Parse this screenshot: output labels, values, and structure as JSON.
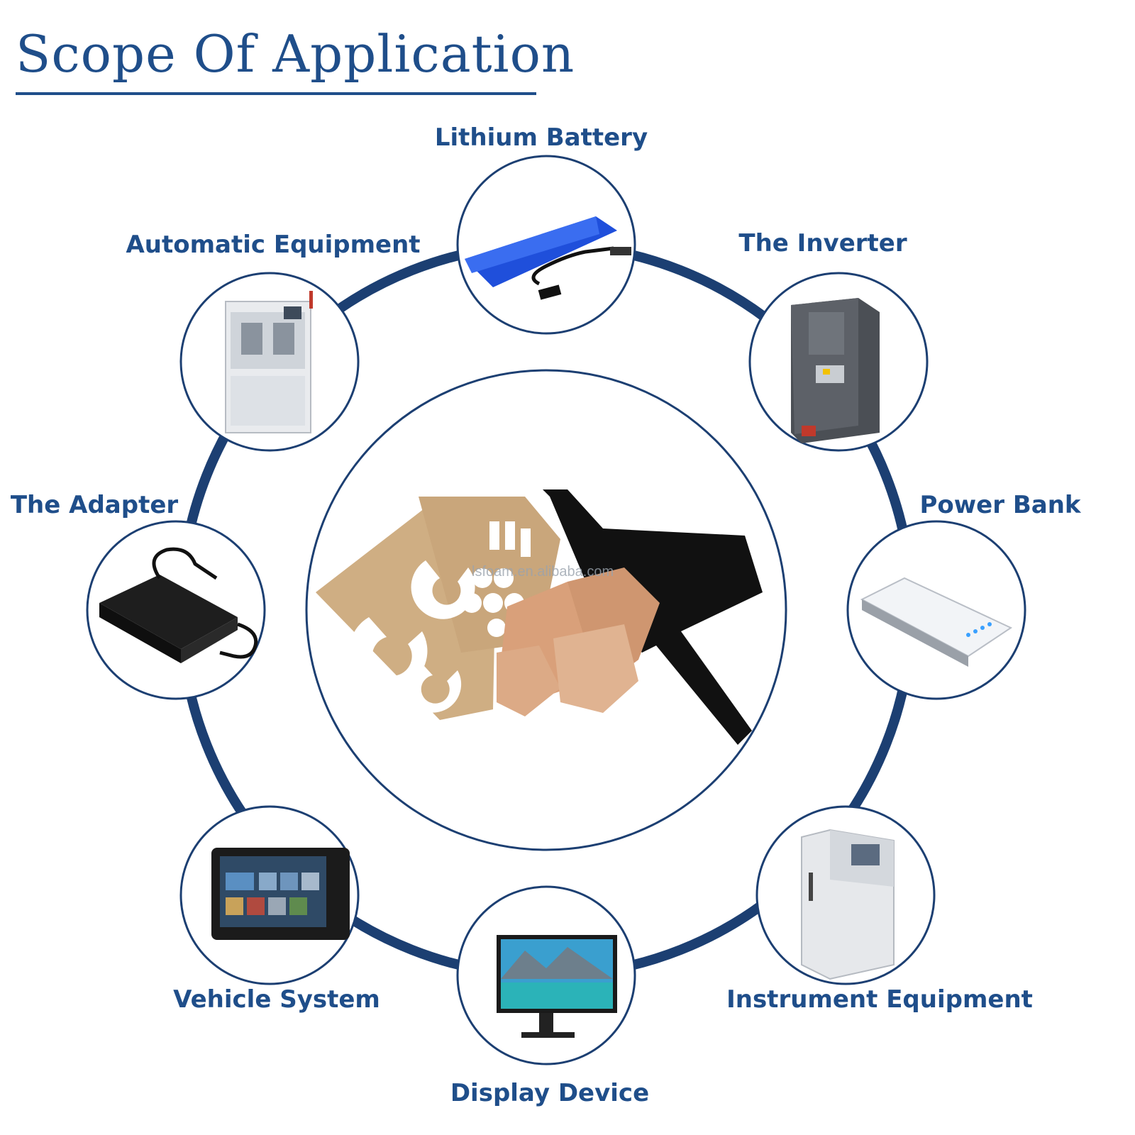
{
  "title": "Scope Of Application",
  "watermark": "lsfoam.en.alibaba.com",
  "colors": {
    "primary": "#1f4e8a",
    "ring": "#1c3f72",
    "circle_border": "#1c3f72"
  },
  "center_image": "die-cut-insulation-parts-image",
  "applications": [
    {
      "label": "Lithium Battery",
      "icon": "lithium-battery-pack-image"
    },
    {
      "label": "The Inverter",
      "icon": "inverter-image"
    },
    {
      "label": "Power Bank",
      "icon": "power-bank-image"
    },
    {
      "label": "Instrument Equipment",
      "icon": "instrument-machine-image"
    },
    {
      "label": "Display Device",
      "icon": "monitor-image"
    },
    {
      "label": "Vehicle System",
      "icon": "vehicle-touch-panel-image"
    },
    {
      "label": "The Adapter",
      "icon": "power-adapter-image"
    },
    {
      "label": "Automatic Equipment",
      "icon": "automatic-machine-image"
    }
  ]
}
